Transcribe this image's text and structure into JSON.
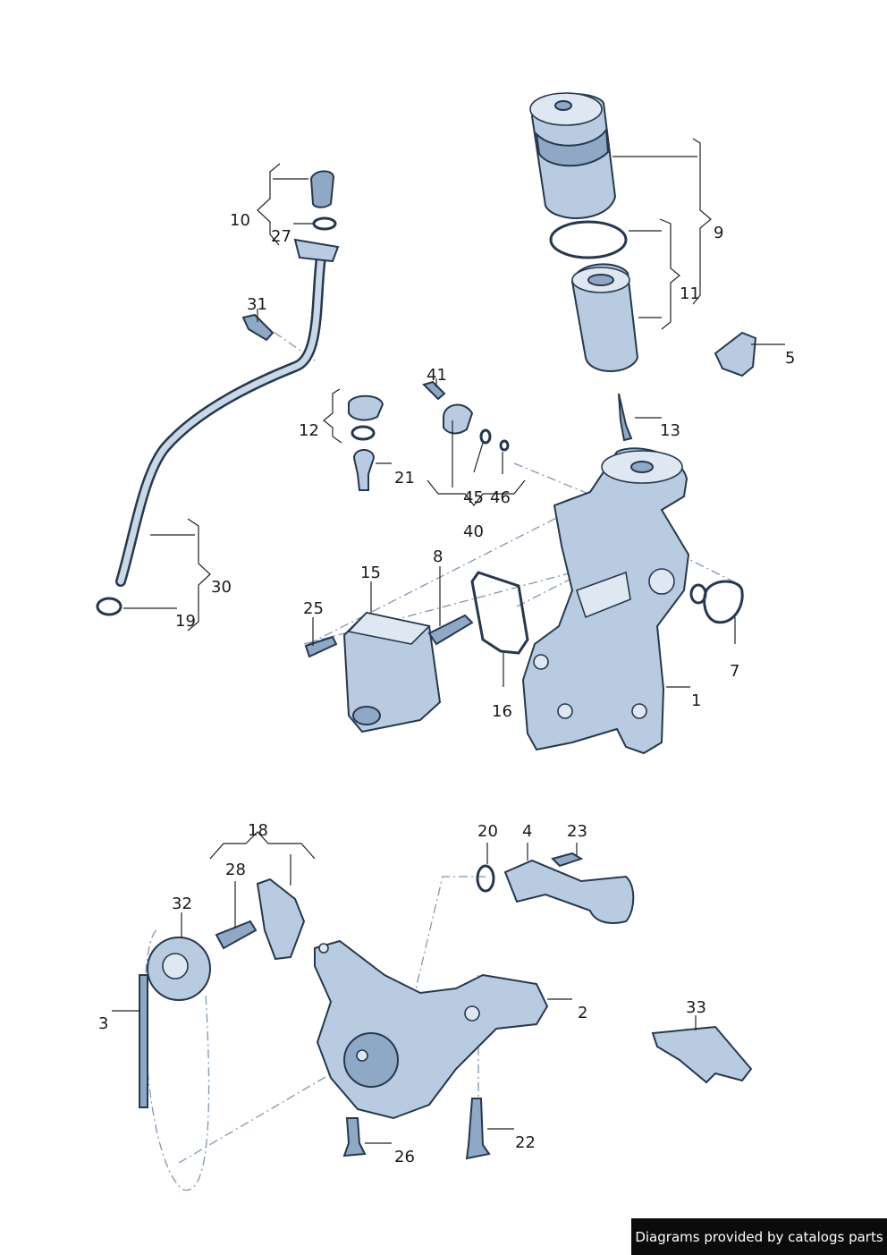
{
  "labels": {
    "p1": "1",
    "p2": "2",
    "p3": "3",
    "p4": "4",
    "p5": "5",
    "p7": "7",
    "p8": "8",
    "p9": "9",
    "p10": "10",
    "p11": "11",
    "p12": "12",
    "p13": "13",
    "p15": "15",
    "p16": "16",
    "p18": "18",
    "p19": "19",
    "p20": "20",
    "p21": "21",
    "p22": "22",
    "p23": "23",
    "p25": "25",
    "p26": "26",
    "p27": "27",
    "p28": "28",
    "p30": "30",
    "p31": "31",
    "p32": "32",
    "p33": "33",
    "p40": "40",
    "p41": "41",
    "p45": "45",
    "p46": "46"
  },
  "credit": "Diagrams provided by catalogs parts"
}
